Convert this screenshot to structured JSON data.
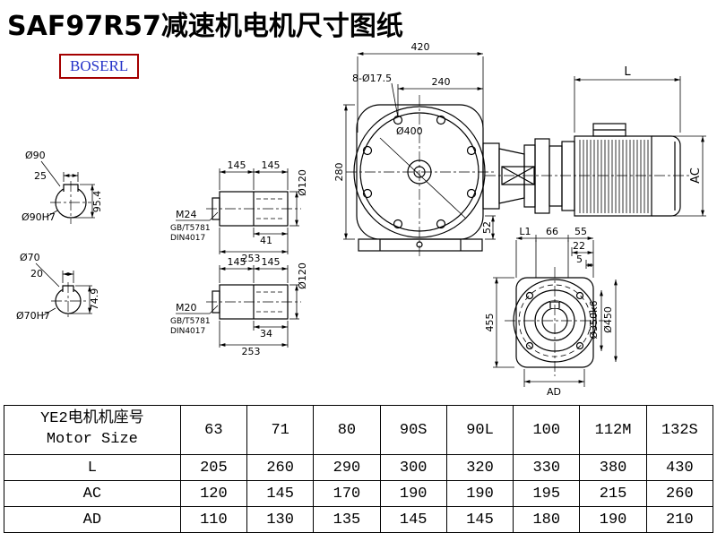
{
  "title": "SAF97R57减速机电机尺寸图纸",
  "logo": "BOSERL",
  "colors": {
    "line": "#000000",
    "logo_border": "#a40000",
    "logo_text": "#2432c8"
  },
  "views": {
    "front": {
      "dim_width_total": "420",
      "dim_width_right": "240",
      "dim_holes": "8-Ø17.5",
      "dim_outer_dia": "Ø400",
      "dim_height": "280",
      "dim_foot": "52"
    },
    "side": {
      "dim_length": "L",
      "dim_diameter": "AC"
    },
    "flange": {
      "dim_l1": "L1",
      "dim_66": "66",
      "dim_55": "55",
      "dim_22": "22",
      "dim_5": "5",
      "dim_height": "455",
      "dim_spigot": "Ø350k6",
      "dim_outer": "Ø450",
      "dim_ad": "AD"
    },
    "bore90": {
      "dia": "Ø90",
      "key_width": "25",
      "key_height": "95.4",
      "fit": "Ø90H7"
    },
    "bore70": {
      "dia": "Ø70",
      "key_width": "20",
      "key_height": "74.9",
      "fit": "Ø70H7"
    },
    "shaft24": {
      "len1": "145",
      "len2": "145",
      "dia": "Ø120",
      "thread": "M24",
      "std1": "GB/T5781",
      "std2": "DIN4017",
      "key_len": "41",
      "total_len": "253"
    },
    "shaft20": {
      "len1": "145",
      "len2": "145",
      "dia": "Ø120",
      "thread": "M20",
      "std1": "GB/T5781",
      "std2": "DIN4017",
      "key_len": "34",
      "total_len": "253"
    }
  },
  "table": {
    "header": {
      "label_cn": "YE2电机机座号",
      "label_en": "Motor Size",
      "sizes": [
        "63",
        "71",
        "80",
        "90S",
        "90L",
        "100",
        "112M",
        "132S"
      ]
    },
    "rows": [
      {
        "label": "L",
        "values": [
          "205",
          "260",
          "290",
          "300",
          "320",
          "330",
          "380",
          "430"
        ]
      },
      {
        "label": "AC",
        "values": [
          "120",
          "145",
          "170",
          "190",
          "190",
          "195",
          "215",
          "260"
        ]
      },
      {
        "label": "AD",
        "values": [
          "110",
          "130",
          "135",
          "145",
          "145",
          "180",
          "190",
          "210"
        ]
      }
    ]
  }
}
